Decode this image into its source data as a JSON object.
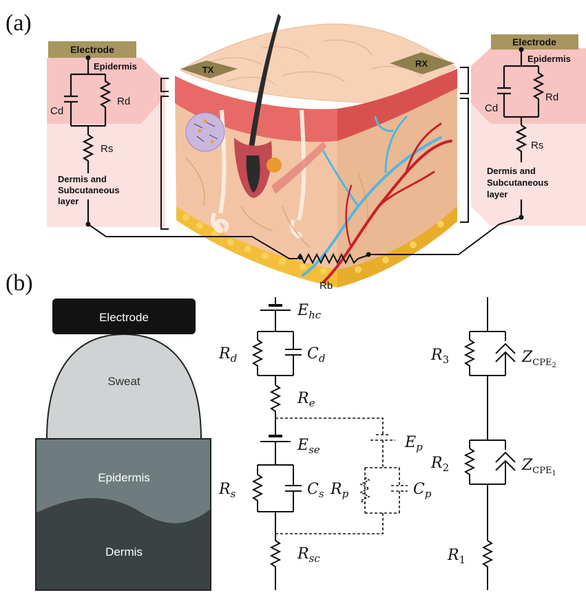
{
  "panel_a": {
    "label": "(a)",
    "left": {
      "electrode": "Electrode",
      "epidermis": "Epidermis",
      "cd": "Cd",
      "rd": "Rd",
      "rs": "Rs",
      "dermis_l1": "Dermis and",
      "dermis_l2": "Subcutaneous",
      "dermis_l3": "layer"
    },
    "right": {
      "electrode": "Electrode",
      "epidermis": "Epidermis",
      "cd": "Cd",
      "rd": "Rd",
      "rs": "Rs",
      "dermis_l1": "Dermis and",
      "dermis_l2": "Subcutaneous",
      "dermis_l3": "layer"
    },
    "tx": "TX",
    "rx": "RX",
    "rb": "Rb"
  },
  "panel_b": {
    "label": "(b)",
    "electrode": "Electrode",
    "sweat": "Sweat",
    "epidermis": "Epidermis",
    "dermis": "Dermis",
    "circuit1": {
      "ehc_main": "E",
      "ehc_sub": "hc",
      "rd_main": "R",
      "rd_sub": "d",
      "cd_main": "C",
      "cd_sub": "d",
      "re_main": "R",
      "re_sub": "e",
      "ese_main": "E",
      "ese_sub": "se",
      "ep_main": "E",
      "ep_sub": "p",
      "rs_main": "R",
      "rs_sub": "s",
      "cs_main": "C",
      "cs_sub": "s",
      "rp_main": "R",
      "rp_sub": "p",
      "cp_main": "C",
      "cp_sub": "p",
      "rsc_main": "R",
      "rsc_sub": "sc"
    },
    "circuit2": {
      "r3_main": "R",
      "r3_sub": "3",
      "z2_main": "Z",
      "z2_sub": "CPE",
      "z2_subsub": "2",
      "r2_main": "R",
      "r2_sub": "2",
      "z1_main": "Z",
      "z1_sub": "CPE",
      "z1_subsub": "1",
      "r1_main": "R",
      "r1_sub": "1"
    }
  },
  "colors": {
    "electrode_gold": "#a8955f",
    "epidermis_band": "#f7c9c6",
    "dermis_band": "#fbe3e2",
    "skin_top": "#f7d3b8",
    "skin_side": "#f0c09a",
    "epidermis_red": "#e0605f",
    "fat_yellow": "#f3bf3a",
    "artery_red": "#c8202a",
    "vein_blue": "#52b7df",
    "sweat_gray": "#cfd3d4",
    "epidermis_gray": "#6f7c7d",
    "dermis_dark": "#3b4244",
    "electrode_black": "#121212"
  }
}
